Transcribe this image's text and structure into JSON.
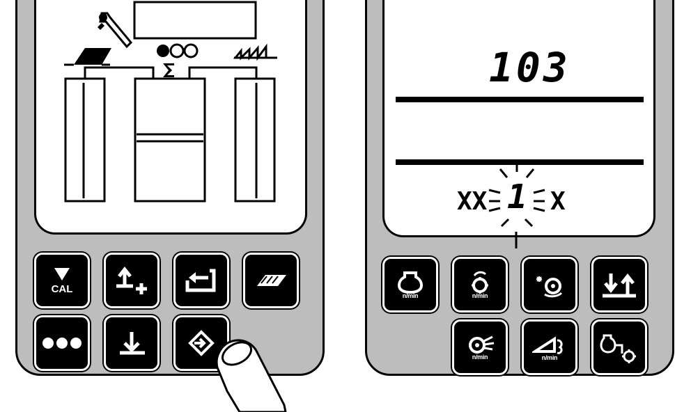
{
  "left_panel": {
    "keys": {
      "cal": {
        "label": "CAL"
      }
    }
  },
  "right_panel": {
    "display": {
      "top_value": "103",
      "prefix": "XX",
      "blinking_digit": "1",
      "suffix": "X"
    },
    "keys": {
      "rotor_speed": {
        "unit": "n/min"
      },
      "pto_speed": {
        "unit": "n/min"
      },
      "fan_speed": {
        "unit": "n/min"
      },
      "sieve_speed": {
        "unit": "n/min"
      }
    }
  }
}
